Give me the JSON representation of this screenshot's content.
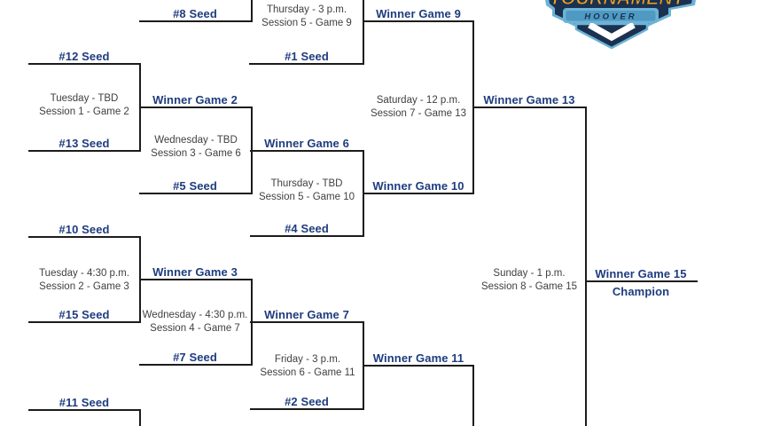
{
  "logo": {
    "tournament": "TOURNAMENT",
    "hoover": "HOOVER"
  },
  "colors": {
    "label_blue": "#1e3c7e",
    "info_gray": "#3f3f3f",
    "line_black": "#1c1c1c",
    "logo_navy": "#1b3150",
    "logo_light_blue": "#6cb3d6",
    "logo_mid_blue": "#4f9ac3",
    "logo_orange": "#f0a31c",
    "background": "#ffffff"
  },
  "labels": {
    "seed_8": "#8 Seed",
    "seed_1": "#1 Seed",
    "seed_12": "#12 Seed",
    "seed_13": "#13 Seed",
    "seed_5": "#5 Seed",
    "seed_4": "#4 Seed",
    "seed_10": "#10 Seed",
    "seed_15": "#15 Seed",
    "seed_7": "#7 Seed",
    "seed_2": "#2 Seed",
    "seed_11": "#11 Seed",
    "winner_game_2": "Winner Game 2",
    "winner_game_3": "Winner Game 3",
    "winner_game_6": "Winner Game 6",
    "winner_game_7": "Winner Game 7",
    "winner_game_9": "Winner Game 9",
    "winner_game_10": "Winner Game 10",
    "winner_game_11": "Winner Game 11",
    "winner_game_13": "Winner Game 13",
    "winner_game_15": "Winner Game 15",
    "champion": "Champion"
  },
  "games": {
    "game_2": {
      "when": "Tuesday - TBD",
      "session": "Session 1 - Game 2"
    },
    "game_3": {
      "when": "Tuesday - 4:30 p.m.",
      "session": "Session 2 - Game 3"
    },
    "game_6": {
      "when": "Wednesday - TBD",
      "session": "Session 3 - Game 6"
    },
    "game_7": {
      "when": "Wednesday - 4:30 p.m.",
      "session": "Session 4 - Game 7"
    },
    "game_9": {
      "when": "Thursday - 3 p.m.",
      "session": "Session 5 - Game 9"
    },
    "game_10": {
      "when": "Thursday - TBD",
      "session": "Session 5 - Game 10"
    },
    "game_11": {
      "when": "Friday - 3 p.m.",
      "session": "Session 6 - Game 11"
    },
    "game_13": {
      "when": "Saturday - 12 p.m.",
      "session": "Session 7 - Game 13"
    },
    "game_15": {
      "when": "Sunday - 1 p.m.",
      "session": "Session 8 - Game 15"
    }
  }
}
